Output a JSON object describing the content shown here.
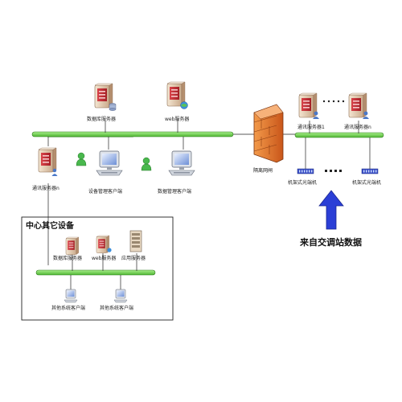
{
  "labels": {
    "db_server": "数据库服务器",
    "web_server": "web服务器",
    "comm_server_left": "通讯服务器n",
    "device_client": "设备管理客户端",
    "data_client": "数据管理客户端",
    "firewall": "隔离网闸",
    "comm_server_1": "通讯服务器1",
    "comm_server_n": "通讯服务器n",
    "rack_optical_left": "机架式光端机",
    "rack_optical_right": "机架式光端机",
    "incoming_data": "来自交调站数据",
    "center_box_title": "中心其它设备",
    "center_db_server": "数据库服务器",
    "center_web_server": "web服务器",
    "center_app_server": "应用服务器",
    "other_client_1": "其他系统客户端",
    "other_client_2": "其他系统客户端"
  },
  "colors": {
    "bus": "#7ad35c",
    "bus_edge": "#2f7a1f",
    "arrow": "#2b3fd6",
    "firewall": "#e77c2a"
  },
  "icons": [
    "server-icon",
    "person-icon",
    "computer-icon",
    "firewall-icon",
    "optical-terminal-icon",
    "arrow-up-icon"
  ]
}
